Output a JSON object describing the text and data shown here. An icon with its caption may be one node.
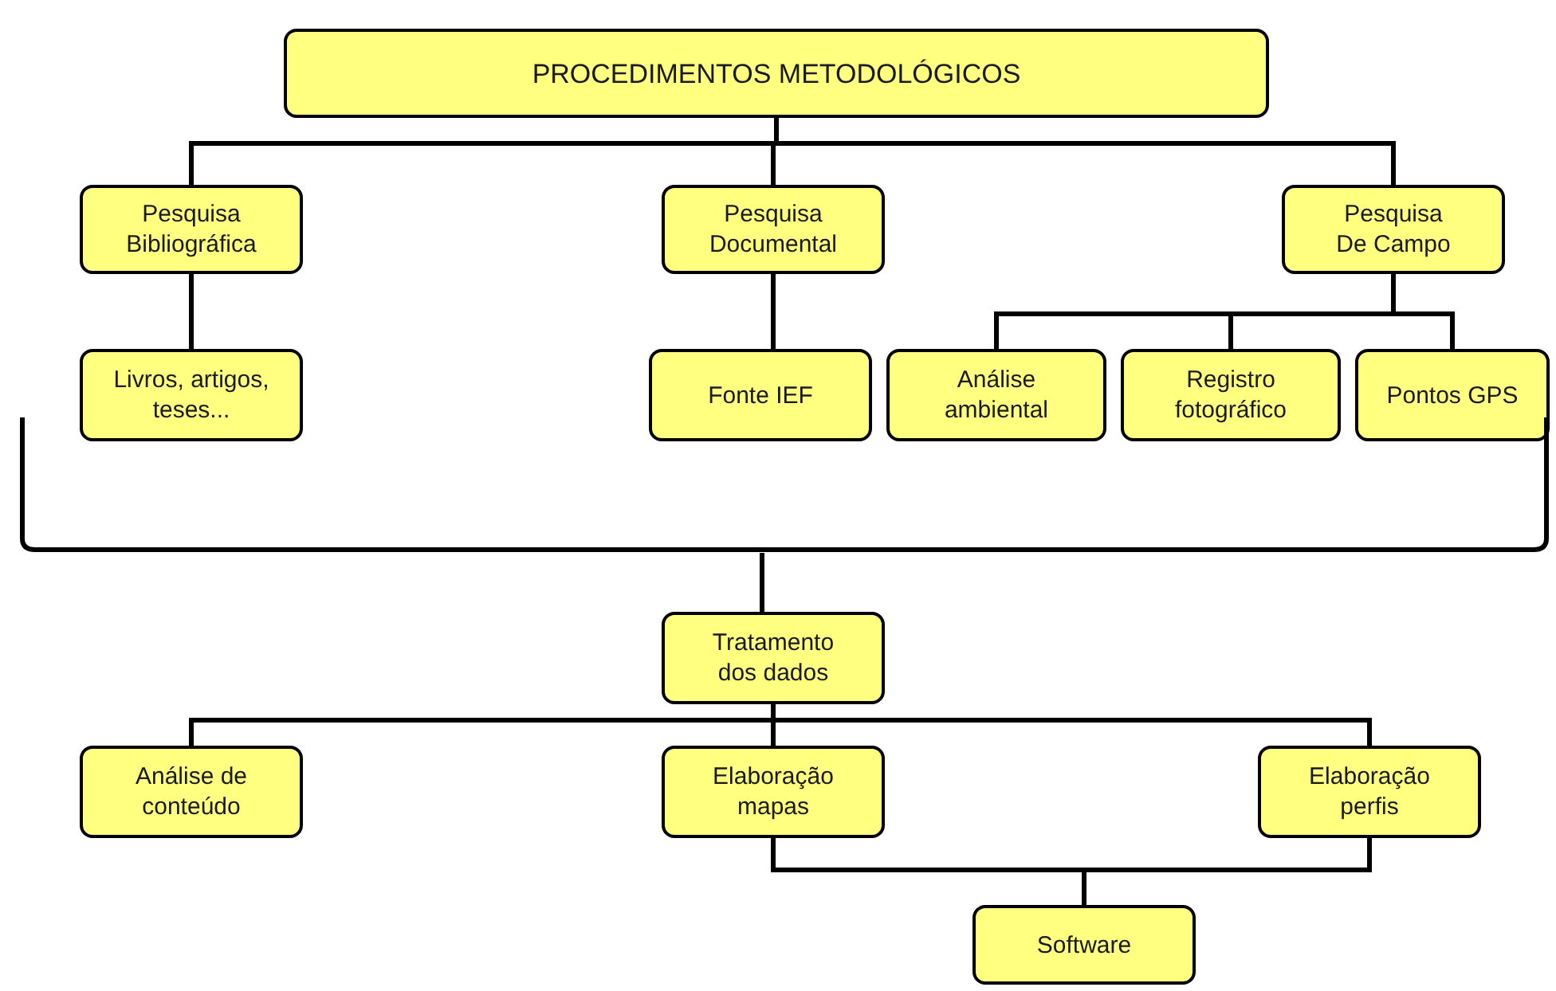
{
  "diagram": {
    "nodes": [
      {
        "text": [
          "PROCEDIMENTOS METODOLÓGICOS"
        ]
      },
      {
        "text": [
          "Pesquisa Bibliográfica"
        ]
      },
      {
        "text": [
          "Pesquisa Documental"
        ]
      },
      {
        "text": [
          "Pesquisa De Campo"
        ]
      },
      {
        "text": [
          "Livros, artigos, teses..."
        ]
      },
      {
        "text": [
          "Fonte IEF"
        ]
      },
      {
        "text": [
          "Análise ambiental"
        ]
      },
      {
        "text": [
          "Registro fotográfico"
        ]
      },
      {
        "text": [
          "Pontos GPS"
        ]
      },
      {
        "text": [],
        "shape": "bracket"
      },
      {
        "text": [
          "Tratamento dos dados"
        ]
      },
      {
        "text": [
          "Análise de conteúdo"
        ]
      },
      {
        "text": [
          "Elaboração mapas"
        ]
      },
      {
        "text": [
          "Elaboração perfis"
        ]
      },
      {
        "text": [
          "Software"
        ]
      }
    ],
    "edges": [
      {
        "from": 0,
        "to": 1,
        "arrow": "none"
      },
      {
        "from": 0,
        "to": 2,
        "arrow": "none"
      },
      {
        "from": 0,
        "to": 3,
        "arrow": "none"
      },
      {
        "from": 1,
        "to": 4,
        "arrow": "none"
      },
      {
        "from": 2,
        "to": 5,
        "arrow": "none"
      },
      {
        "from": 3,
        "to": 6,
        "arrow": "none"
      },
      {
        "from": 3,
        "to": 7,
        "arrow": "none"
      },
      {
        "from": 3,
        "to": 8,
        "arrow": "none"
      },
      {
        "from": 9,
        "to": 10,
        "arrow": "none"
      },
      {
        "from": 10,
        "to": 11,
        "arrow": "none"
      },
      {
        "from": 10,
        "to": 12,
        "arrow": "none"
      },
      {
        "from": 10,
        "to": 13,
        "arrow": "none"
      },
      {
        "from": 12,
        "to": 14,
        "arrow": "none"
      },
      {
        "from": 13,
        "to": 14,
        "arrow": "none"
      }
    ]
  }
}
